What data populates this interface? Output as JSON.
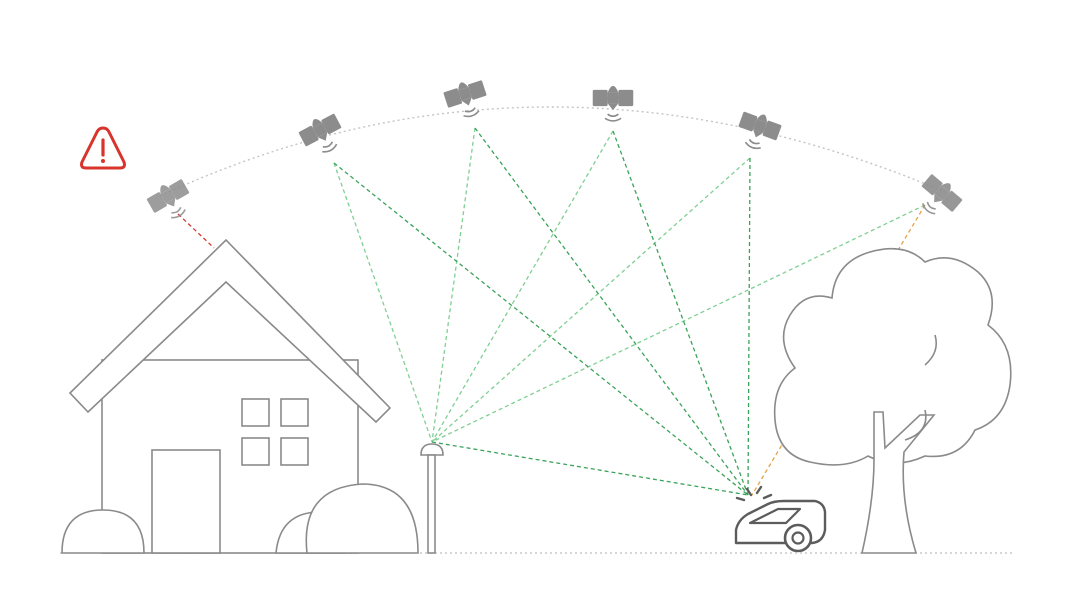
{
  "colors": {
    "background": "#ffffff",
    "outline": "#8a8a8a",
    "satellite": "#8c8c8c",
    "orbit": "#c4c4c4",
    "signal_good": "#3aa35a",
    "signal_good_light": "#7fcf93",
    "signal_blocked": "#d33a32",
    "signal_multipath": "#e8a04a",
    "warning": "#d9342b",
    "ground": "#bdbdbd"
  },
  "icons": {
    "warning": "warning-triangle-icon",
    "satellite": "satellite-icon",
    "house": "house-icon",
    "tree": "tree-icon",
    "reference_station": "rtk-reference-station-icon",
    "robot_mower": "robotic-lawn-mower-icon"
  },
  "satellites": [
    {
      "id": "sat-1",
      "status": "blocked"
    },
    {
      "id": "sat-2",
      "status": "visible"
    },
    {
      "id": "sat-3",
      "status": "visible"
    },
    {
      "id": "sat-4",
      "status": "visible"
    },
    {
      "id": "sat-5",
      "status": "visible"
    },
    {
      "id": "sat-6",
      "status": "multipath"
    }
  ]
}
